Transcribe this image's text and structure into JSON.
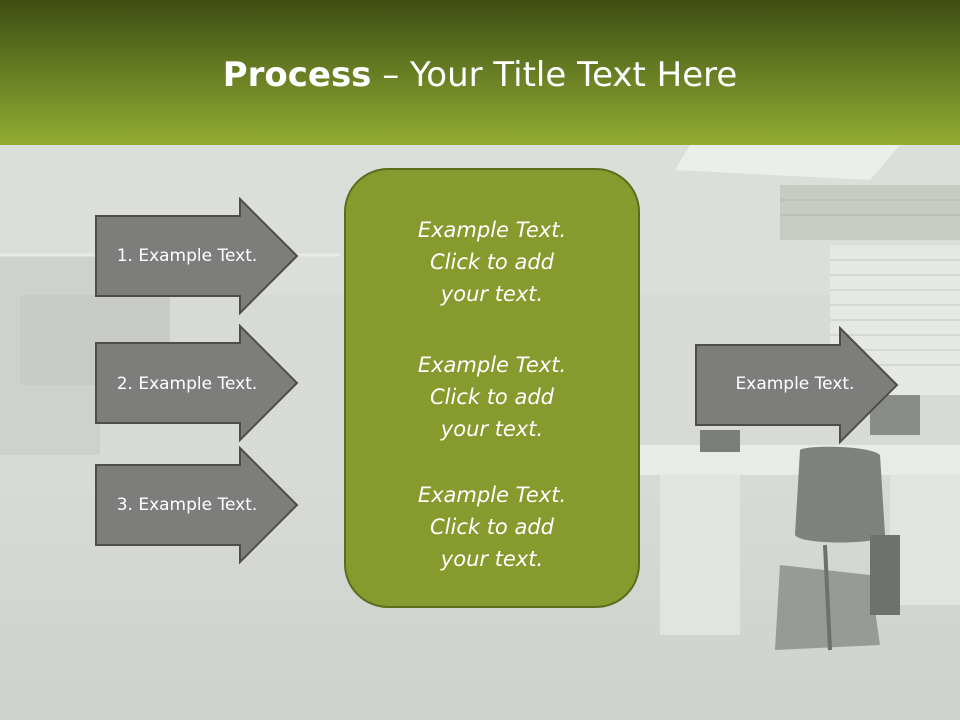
{
  "slide": {
    "title_bold": "Process",
    "title_rest": " – Your Title Text Here"
  },
  "left_arrows": [
    {
      "label": "1. Example Text."
    },
    {
      "label": "2. Example Text."
    },
    {
      "label": "3. Example Text."
    }
  ],
  "center_box": {
    "paragraphs": [
      {
        "lines": [
          "Example Text.",
          "Click  to add",
          "your text."
        ]
      },
      {
        "lines": [
          "Example Text.",
          "Click  to add",
          "your text."
        ]
      },
      {
        "lines": [
          "Example Text.",
          "Click  to add",
          "your text."
        ]
      }
    ]
  },
  "right_arrow": {
    "label": "Example Text."
  },
  "colors": {
    "header_dark": "#3f4d13",
    "header_light": "#93ac32",
    "box_fill": "#869a2e",
    "arrow_fill": "#7d7e7c"
  }
}
